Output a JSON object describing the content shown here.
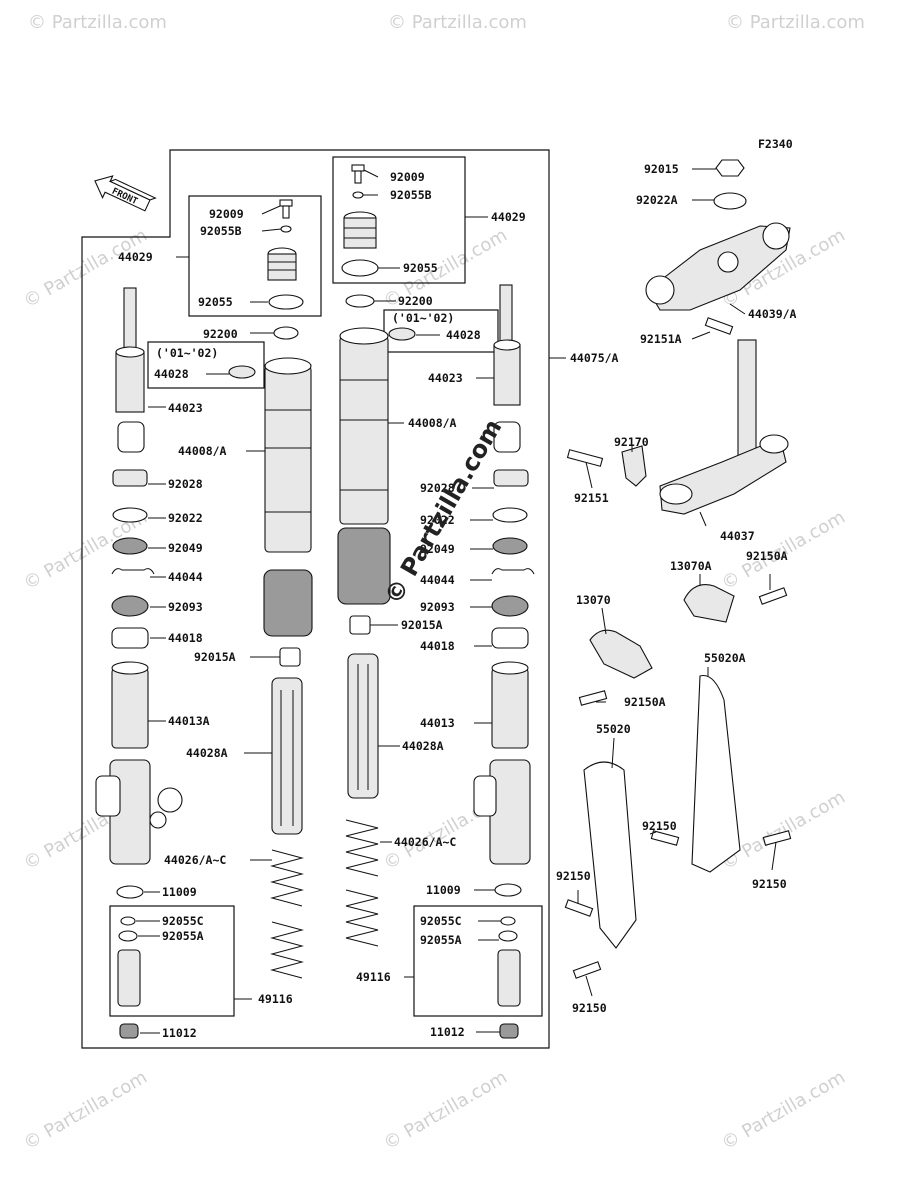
{
  "figure_code": "F2340",
  "front_label": "FRONT",
  "center_watermark": "© Partzilla.com",
  "watermark_text": "© Partzilla.com",
  "labels": {
    "l_92009_a": "92009",
    "l_92055b_a": "92055B",
    "l_44029_l": "44029",
    "l_92055_l": "92055",
    "l_92200_l": "92200",
    "l_0102_l": "('01~'02)",
    "l_44028_l": "44028",
    "l_44023_l": "44023",
    "l_44008a_l": "44008/A",
    "l_92028_l": "92028",
    "l_92022_l": "92022",
    "l_92049_l": "92049",
    "l_44044_l": "44044",
    "l_92093_l": "92093",
    "l_44018_l": "44018",
    "l_92015a_l": "92015A",
    "l_44013a_l": "44013A",
    "l_44028a_l": "44028A",
    "l_44026_l": "44026/A~C",
    "l_11009_l": "11009",
    "l_92055c_l": "92055C",
    "l_92055a_l": "92055A",
    "l_49116_l": "49116",
    "l_11012_l": "11012",
    "l_92009_b": "92009",
    "l_92055b_b": "92055B",
    "l_44029_r": "44029",
    "l_92055_r": "92055",
    "l_92200_r": "92200",
    "l_0102_r": "('01~'02)",
    "l_44028_r": "44028",
    "l_44023_r": "44023",
    "l_44008a_r": "44008/A",
    "l_92028_r": "92028",
    "l_92022_r": "92022",
    "l_92049_r": "92049",
    "l_44044_r": "44044",
    "l_92093_r": "92093",
    "l_92015a_r": "92015A",
    "l_44018_r": "44018",
    "l_44013_r": "44013",
    "l_44028a_r": "44028A",
    "l_44026_r": "44026/A~C",
    "l_11009_r": "11009",
    "l_92055c_r": "92055C",
    "l_92055a_r": "92055A",
    "l_49116_r": "49116",
    "l_11012_r": "11012",
    "l_44075": "44075/A",
    "l_92015": "92015",
    "l_92022a": "92022A",
    "l_44039": "44039/A",
    "l_92151a": "92151A",
    "l_92170": "92170",
    "l_92151": "92151",
    "l_44037": "44037",
    "l_13070a": "13070A",
    "l_92150a_t": "92150A",
    "l_13070": "13070",
    "l_92150a_b": "92150A",
    "l_55020a": "55020A",
    "l_55020": "55020",
    "l_92150_1": "92150",
    "l_92150_2": "92150",
    "l_92150_3": "92150",
    "l_92150_4": "92150"
  }
}
